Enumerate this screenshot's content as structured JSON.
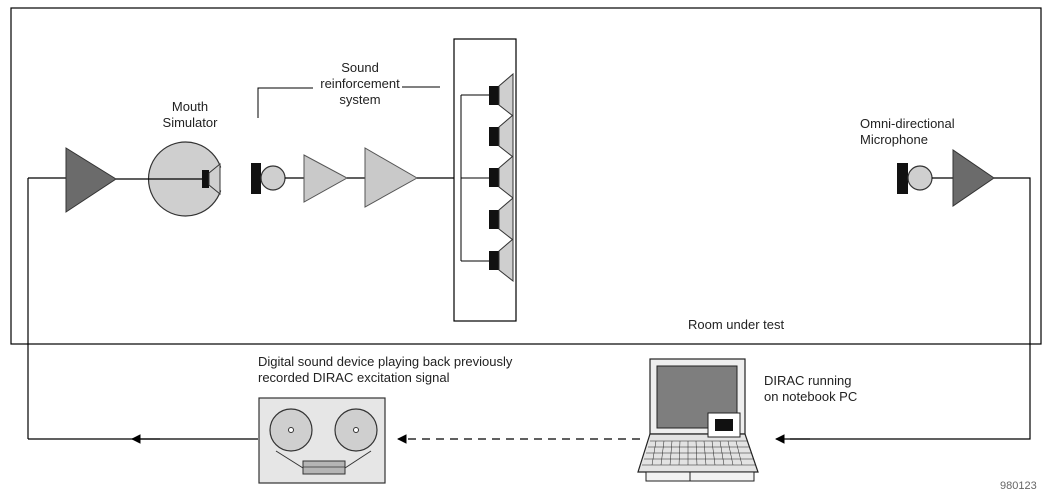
{
  "labels": {
    "mouth_simulator": [
      "Mouth",
      "Simulator"
    ],
    "sound_reinforcement": [
      "Sound",
      "reinforcement",
      "system"
    ],
    "omni_microphone": [
      "Omni-directional",
      "Microphone"
    ],
    "room_under_test": "Room under test",
    "digital_sound_device": [
      "Digital sound device playing back previously",
      "recorded DIRAC excitation signal"
    ],
    "dirac_notebook": [
      "DIRAC running",
      "on notebook PC"
    ],
    "figure_number": "980123"
  },
  "colors": {
    "line": "#000000",
    "amp_dark": "#6b6b6b",
    "amp_light": "#c9c9c9",
    "mouth_fill": "#cfcfcf",
    "speaker_black": "#111111",
    "device_bg": "#e6e6e6",
    "screen": "#7e7e7e"
  },
  "icons": [
    "power-amplifier-icon",
    "mouth-simulator-icon",
    "microphone-icon",
    "preamplifier-icon",
    "loudspeaker-icon",
    "tape-recorder-icon",
    "notebook-pc-icon",
    "arrow-icon"
  ]
}
